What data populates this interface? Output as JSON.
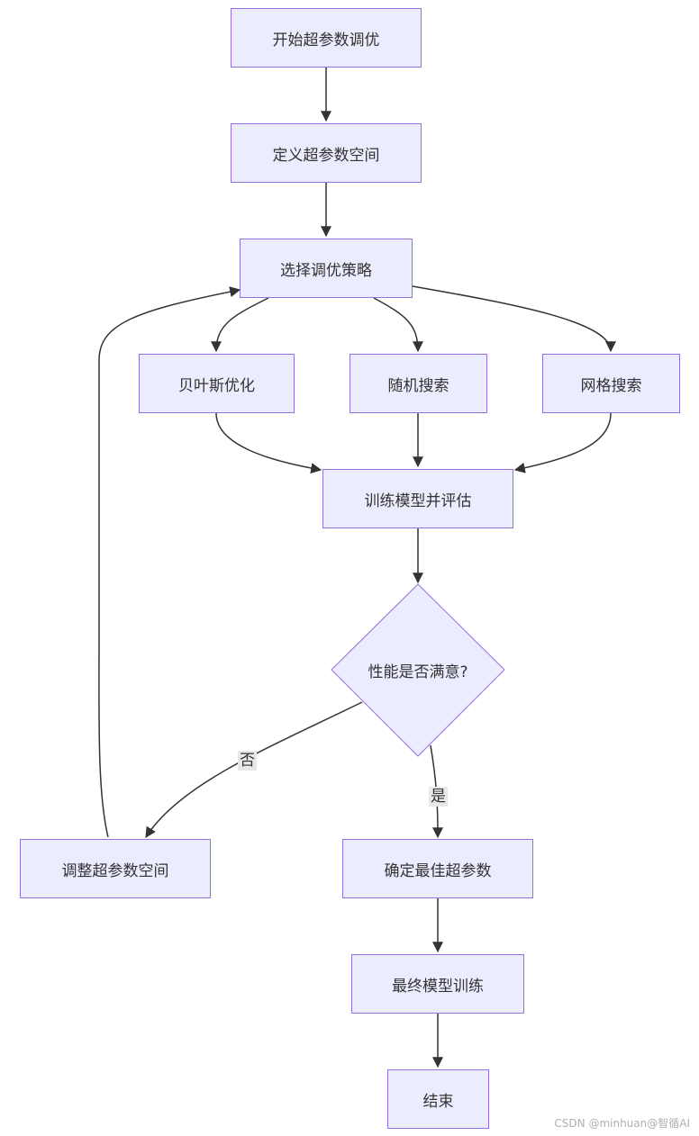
{
  "nodes": {
    "start": "开始超参数调优",
    "define_space": "定义超参数空间",
    "choose_strategy": "选择调优策略",
    "bayesian": "贝叶斯优化",
    "random_search": "随机搜索",
    "grid_search": "网格搜索",
    "train_eval": "训练模型并评估",
    "decision": "性能是否满意?",
    "adjust_space": "调整超参数空间",
    "determine_best": "确定最佳超参数",
    "final_train": "最终模型训练",
    "end": "结束"
  },
  "edge_labels": {
    "no": "否",
    "yes": "是"
  },
  "colors": {
    "node_fill": "#ececff",
    "node_border": "#9370db",
    "edge": "#333333"
  },
  "watermark": "CSDN @minhuan@智循AI"
}
